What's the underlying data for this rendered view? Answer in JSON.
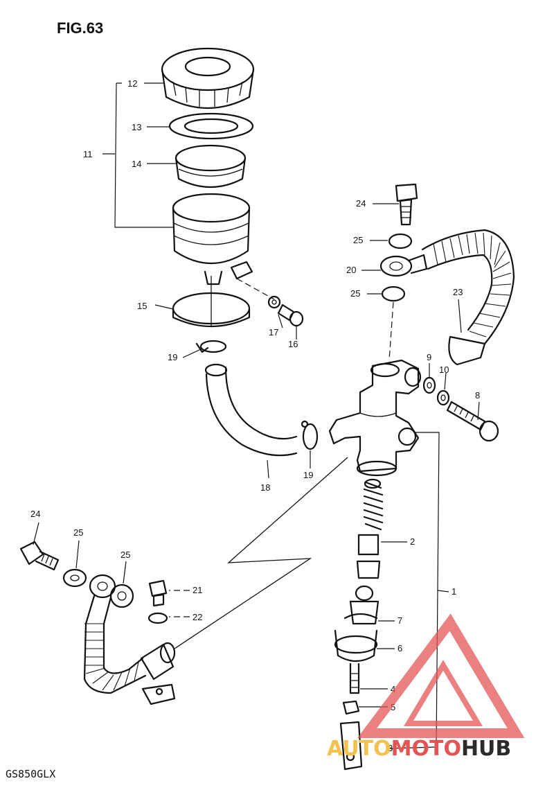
{
  "figure": {
    "title": "FIG.63",
    "model_code": "GS850GLX"
  },
  "callouts": {
    "c1": "1",
    "c2": "2",
    "c3": "3",
    "c4": "4",
    "c5": "5",
    "c6": "6",
    "c7": "7",
    "c8": "8",
    "c9": "9",
    "c10": "10",
    "c11": "11",
    "c12": "12",
    "c13": "13",
    "c14": "14",
    "c15": "15",
    "c16": "16",
    "c17": "17",
    "c18": "18",
    "c19a": "19",
    "c19b": "19",
    "c20": "20",
    "c21": "21",
    "c22": "22",
    "c23": "23",
    "c24a": "24",
    "c24b": "24",
    "c25a": "25",
    "c25b": "25",
    "c25c": "25",
    "c25d": "25"
  },
  "watermark": {
    "part1": "AUTO",
    "part2": "MOTO",
    "part3": "HUB",
    "color_auto": "#f2c14e",
    "color_moto": "#e35555",
    "color_hub": "#2b2b2b",
    "color_logo": "#e35555"
  }
}
